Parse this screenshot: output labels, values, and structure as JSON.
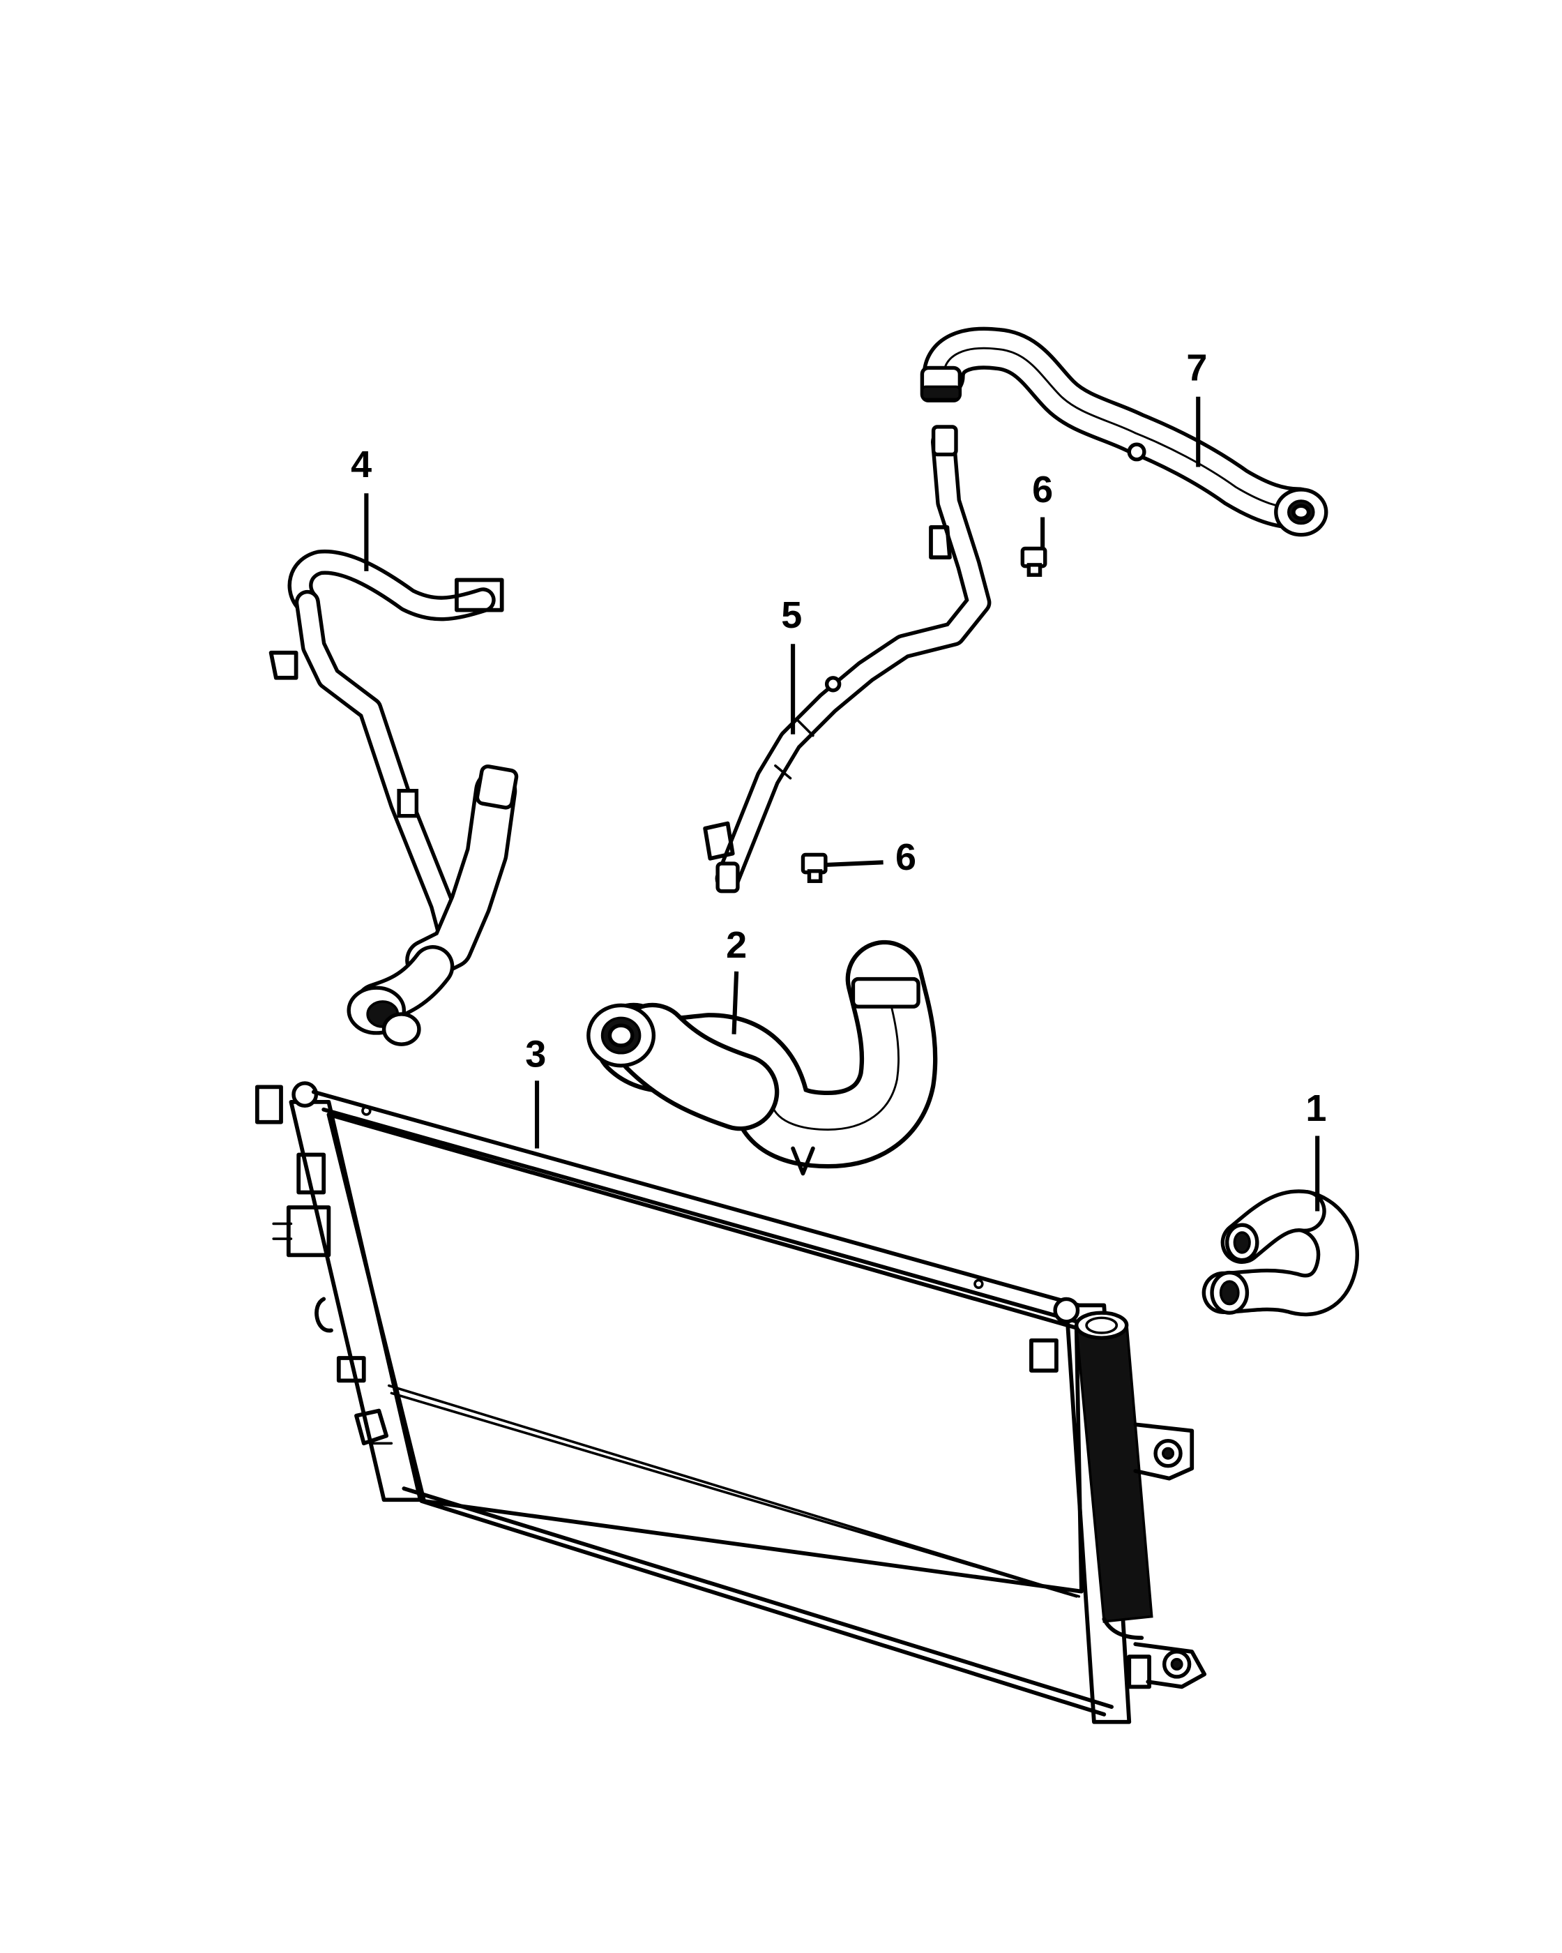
{
  "callouts": [
    {
      "id": "1",
      "label": "1"
    },
    {
      "id": "2",
      "label": "2"
    },
    {
      "id": "3",
      "label": "3"
    },
    {
      "id": "4",
      "label": "4"
    },
    {
      "id": "5",
      "label": "5"
    },
    {
      "id": "6a",
      "label": "6"
    },
    {
      "id": "6b",
      "label": "6"
    },
    {
      "id": "7",
      "label": "7"
    }
  ]
}
